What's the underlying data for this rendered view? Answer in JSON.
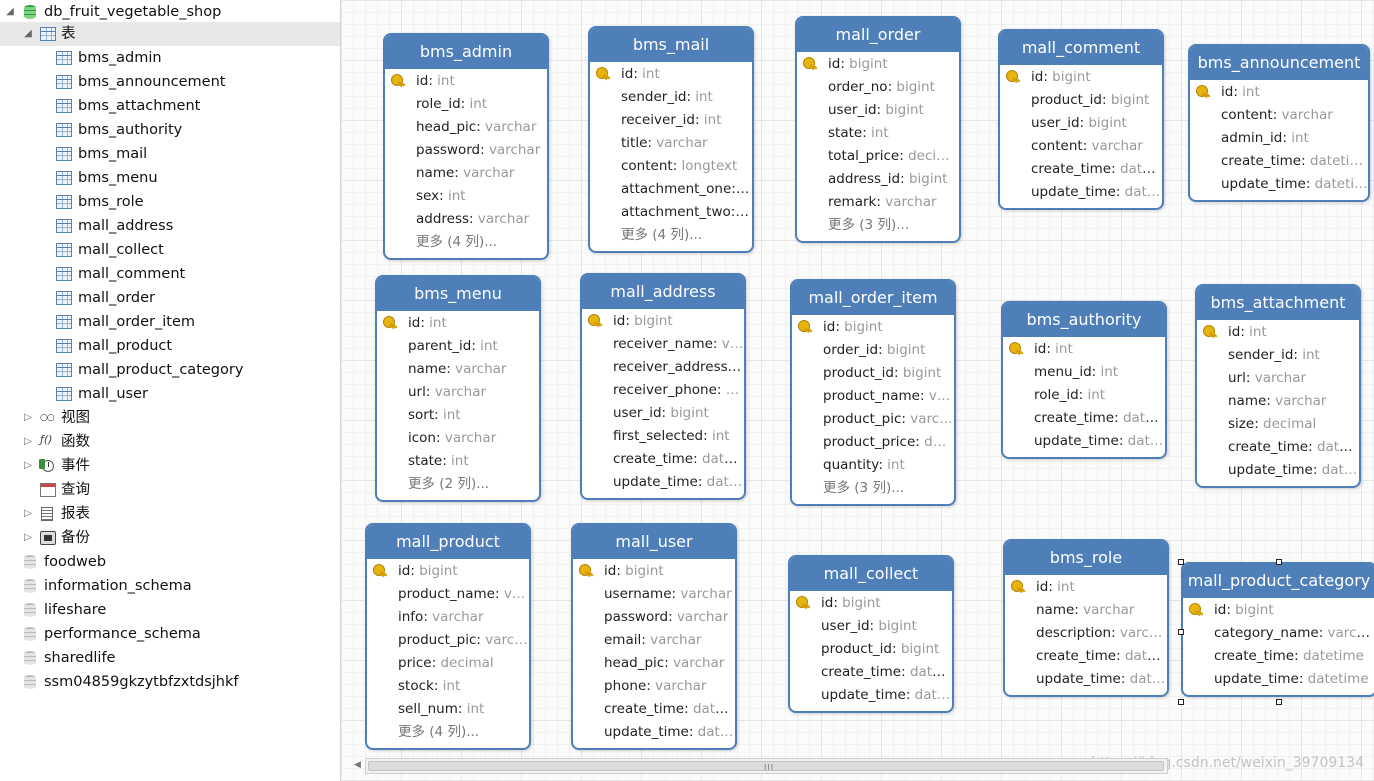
{
  "sidebar": {
    "active_db": "db_fruit_vegetable_shop",
    "tables_folder": "表",
    "tables": [
      "bms_admin",
      "bms_announcement",
      "bms_attachment",
      "bms_authority",
      "bms_mail",
      "bms_menu",
      "bms_role",
      "mall_address",
      "mall_collect",
      "mall_comment",
      "mall_order",
      "mall_order_item",
      "mall_product",
      "mall_product_category",
      "mall_user"
    ],
    "folders": {
      "views": "视图",
      "functions": "函数",
      "events": "事件",
      "queries": "查询",
      "reports": "报表",
      "backups": "备份"
    },
    "other_dbs": [
      "foodweb",
      "information_schema",
      "lifeshare",
      "performance_schema",
      "sharedlife",
      "ssm04859gkzytbfzxtdsjhkf"
    ]
  },
  "entities": [
    {
      "name": "bms_admin",
      "fields": [
        [
          "id",
          "int"
        ],
        [
          "role_id",
          "int"
        ],
        [
          "head_pic",
          "varchar"
        ],
        [
          "password",
          "varchar"
        ],
        [
          "name",
          "varchar"
        ],
        [
          "sex",
          "int"
        ],
        [
          "address",
          "varchar"
        ]
      ],
      "more": "更多 (4 列)..."
    },
    {
      "name": "bms_mail",
      "fields": [
        [
          "id",
          "int"
        ],
        [
          "sender_id",
          "int"
        ],
        [
          "receiver_id",
          "int"
        ],
        [
          "title",
          "varchar"
        ],
        [
          "content",
          "longtext"
        ],
        [
          "attachment_one",
          "…"
        ],
        [
          "attachment_two",
          "…"
        ]
      ],
      "more": "更多 (4 列)..."
    },
    {
      "name": "mall_order",
      "fields": [
        [
          "id",
          "bigint"
        ],
        [
          "order_no",
          "bigint"
        ],
        [
          "user_id",
          "bigint"
        ],
        [
          "state",
          "int"
        ],
        [
          "total_price",
          "deci…"
        ],
        [
          "address_id",
          "bigint"
        ],
        [
          "remark",
          "varchar"
        ]
      ],
      "more": "更多 (3 列)..."
    },
    {
      "name": "mall_comment",
      "fields": [
        [
          "id",
          "bigint"
        ],
        [
          "product_id",
          "bigint"
        ],
        [
          "user_id",
          "bigint"
        ],
        [
          "content",
          "varchar"
        ],
        [
          "create_time",
          "date…"
        ],
        [
          "update_time",
          "dat…"
        ]
      ],
      "more": ""
    },
    {
      "name": "bms_announcement",
      "fields": [
        [
          "id",
          "int"
        ],
        [
          "content",
          "varchar"
        ],
        [
          "admin_id",
          "int"
        ],
        [
          "create_time",
          "dateti…"
        ],
        [
          "update_time",
          "dateti…"
        ]
      ],
      "more": ""
    },
    {
      "name": "bms_menu",
      "fields": [
        [
          "id",
          "int"
        ],
        [
          "parent_id",
          "int"
        ],
        [
          "name",
          "varchar"
        ],
        [
          "url",
          "varchar"
        ],
        [
          "sort",
          "int"
        ],
        [
          "icon",
          "varchar"
        ],
        [
          "state",
          "int"
        ]
      ],
      "more": "更多 (2 列)..."
    },
    {
      "name": "mall_address",
      "fields": [
        [
          "id",
          "bigint"
        ],
        [
          "receiver_name",
          "v…"
        ],
        [
          "receiver_address",
          "…"
        ],
        [
          "receiver_phone",
          "…"
        ],
        [
          "user_id",
          "bigint"
        ],
        [
          "first_selected",
          "int"
        ],
        [
          "create_time",
          "date…"
        ],
        [
          "update_time",
          "dat…"
        ]
      ],
      "more": ""
    },
    {
      "name": "mall_order_item",
      "fields": [
        [
          "id",
          "bigint"
        ],
        [
          "order_id",
          "bigint"
        ],
        [
          "product_id",
          "bigint"
        ],
        [
          "product_name",
          "v…"
        ],
        [
          "product_pic",
          "varc…"
        ],
        [
          "product_price",
          "d…"
        ],
        [
          "quantity",
          "int"
        ]
      ],
      "more": "更多 (3 列)..."
    },
    {
      "name": "bms_authority",
      "fields": [
        [
          "id",
          "int"
        ],
        [
          "menu_id",
          "int"
        ],
        [
          "role_id",
          "int"
        ],
        [
          "create_time",
          "date…"
        ],
        [
          "update_time",
          "dat…"
        ]
      ],
      "more": ""
    },
    {
      "name": "bms_attachment",
      "fields": [
        [
          "id",
          "int"
        ],
        [
          "sender_id",
          "int"
        ],
        [
          "url",
          "varchar"
        ],
        [
          "name",
          "varchar"
        ],
        [
          "size",
          "decimal"
        ],
        [
          "create_time",
          "date…"
        ],
        [
          "update_time",
          "dat…"
        ]
      ],
      "more": ""
    },
    {
      "name": "mall_product",
      "fields": [
        [
          "id",
          "bigint"
        ],
        [
          "product_name",
          "v…"
        ],
        [
          "info",
          "varchar"
        ],
        [
          "product_pic",
          "varc…"
        ],
        [
          "price",
          "decimal"
        ],
        [
          "stock",
          "int"
        ],
        [
          "sell_num",
          "int"
        ]
      ],
      "more": "更多 (4 列)..."
    },
    {
      "name": "mall_user",
      "fields": [
        [
          "id",
          "bigint"
        ],
        [
          "username",
          "varchar"
        ],
        [
          "password",
          "varchar"
        ],
        [
          "email",
          "varchar"
        ],
        [
          "head_pic",
          "varchar"
        ],
        [
          "phone",
          "varchar"
        ],
        [
          "create_time",
          "date…"
        ],
        [
          "update_time",
          "dat…"
        ]
      ],
      "more": ""
    },
    {
      "name": "mall_collect",
      "fields": [
        [
          "id",
          "bigint"
        ],
        [
          "user_id",
          "bigint"
        ],
        [
          "product_id",
          "bigint"
        ],
        [
          "create_time",
          "date…"
        ],
        [
          "update_time",
          "dat…"
        ]
      ],
      "more": ""
    },
    {
      "name": "bms_role",
      "fields": [
        [
          "id",
          "int"
        ],
        [
          "name",
          "varchar"
        ],
        [
          "description",
          "varc…"
        ],
        [
          "create_time",
          "date…"
        ],
        [
          "update_time",
          "dat…"
        ]
      ],
      "more": ""
    },
    {
      "name": "mall_product_category",
      "fields": [
        [
          "id",
          "bigint"
        ],
        [
          "category_name",
          "varchar"
        ],
        [
          "create_time",
          "datetime"
        ],
        [
          "update_time",
          "datetime"
        ]
      ],
      "more": ""
    }
  ],
  "scrollbar": {
    "grip": "III"
  },
  "watermark": "https://blog.csdn.net/weixin_39709134"
}
